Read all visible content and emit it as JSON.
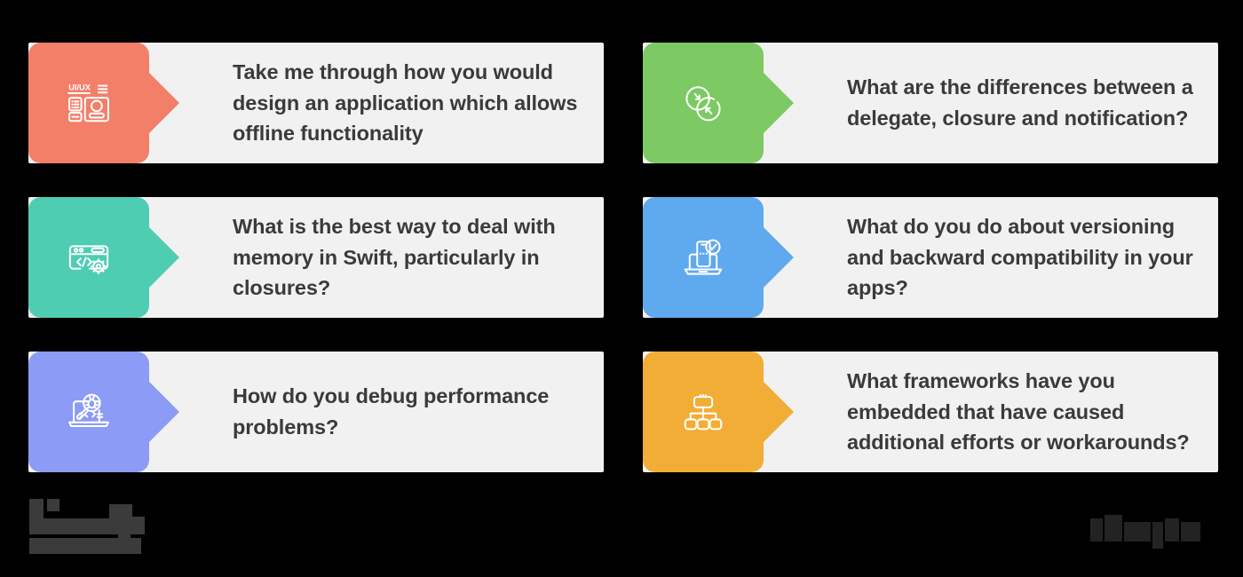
{
  "page": {
    "background_color": "#000000",
    "card_background_color": "#f2f1f1",
    "text_color": "#3a3a3a"
  },
  "cards": [
    {
      "id": "offline-functionality",
      "question": "Take me through how you would design an application which allows offline functionality",
      "accent_color": "#f37f69",
      "icon": "ui-ux-wireframe-icon"
    },
    {
      "id": "delegate-closure-notification",
      "question": "What are the differences between a delegate, closure and notification?",
      "accent_color": "#7dc963",
      "icon": "overlapping-circles-arrows-icon"
    },
    {
      "id": "memory-in-swift",
      "question": "What is the best way to deal with memory in Swift, particularly in closures?",
      "accent_color": "#4ecdb2",
      "icon": "code-window-gear-icon"
    },
    {
      "id": "versioning-backward-compatibility",
      "question": "What do you do about versioning and backward compatibility in your apps?",
      "accent_color": "#5fa9ee",
      "icon": "laptop-phone-check-icon"
    },
    {
      "id": "debug-performance",
      "question": "How do you debug performance problems?",
      "accent_color": "#8c9bf5",
      "icon": "laptop-bug-magnifier-icon"
    },
    {
      "id": "embedded-frameworks",
      "question": "What frameworks have you embedded that have caused additional efforts or workarounds?",
      "accent_color": "#f2ad36",
      "icon": "sitemap-hierarchy-icon"
    }
  ],
  "footer": {
    "logo_left": "redacted-wordmark",
    "logo_right": "redacted-wordmark"
  }
}
